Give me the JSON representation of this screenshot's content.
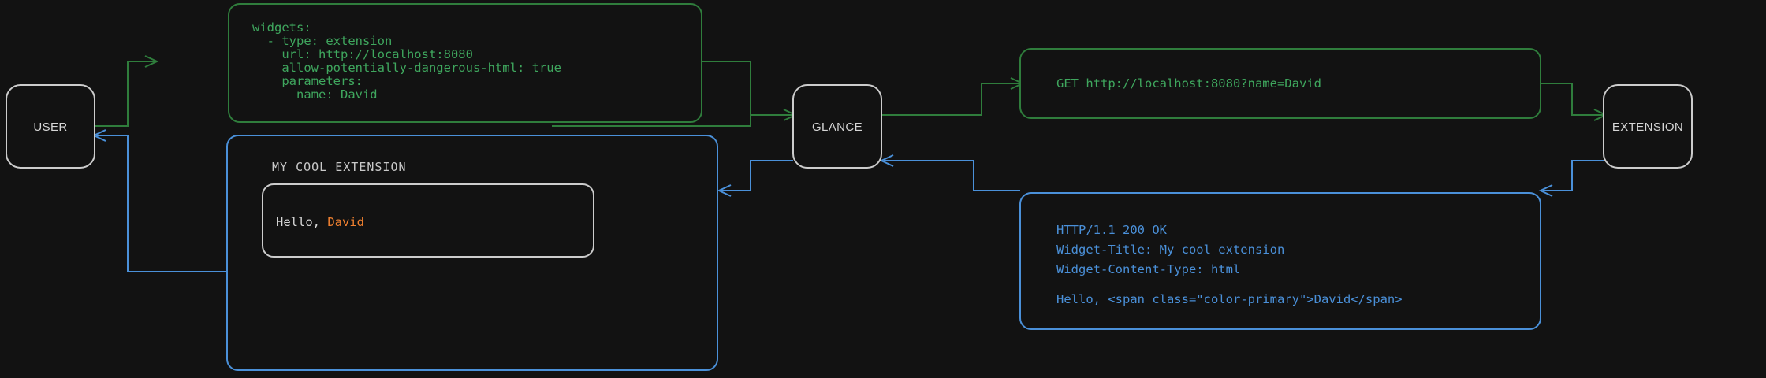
{
  "colors": {
    "background": "#121212",
    "node_border": "#cccccc",
    "node_label": "#d6d6d6",
    "green_border": "#2f7d3c",
    "green_text": "#3fa75e",
    "blue_border": "#4a90d9",
    "blue_text": "#4a90d9",
    "accent_orange": "#f08030",
    "widget_border": "#cccccc",
    "widget_text": "#d8d8d8"
  },
  "nodes": {
    "user": {
      "label": "USER"
    },
    "glance": {
      "label": "GLANCE"
    },
    "extension": {
      "label": "EXTENSION"
    }
  },
  "boxes": {
    "config": {
      "name": "yaml-config",
      "lines": [
        "widgets:",
        "  - type: extension",
        "    url: http://localhost:8080",
        "    allow-potentially-dangerous-html: true",
        "    parameters:",
        "      name: David"
      ]
    },
    "request": {
      "name": "http-request",
      "lines": [
        "GET http://localhost:8080?name=David"
      ]
    },
    "response": {
      "name": "http-response",
      "lines": [
        "HTTP/1.1 200 OK",
        "Widget-Title: My cool extension",
        "Widget-Content-Type: html",
        "",
        "Hello, <span class=\"color-primary\">David</span>"
      ]
    },
    "widget": {
      "name": "rendered-widget",
      "title": "MY COOL EXTENSION",
      "content_prefix": "Hello, ",
      "content_accent": "David"
    }
  },
  "edges": [
    {
      "name": "user-to-config",
      "color": "#2f7d3c",
      "arrow": "to-config"
    },
    {
      "name": "config-to-glance",
      "color": "#2f7d3c",
      "arrow": "to-glance"
    },
    {
      "name": "glance-to-request",
      "color": "#2f7d3c",
      "arrow": "to-request"
    },
    {
      "name": "request-to-extension",
      "color": "#2f7d3c",
      "arrow": "to-extension"
    },
    {
      "name": "extension-to-response",
      "color": "#4a90d9",
      "arrow": "to-response"
    },
    {
      "name": "response-to-glance",
      "color": "#4a90d9",
      "arrow": "to-glance-back"
    },
    {
      "name": "glance-to-widget",
      "color": "#4a90d9",
      "arrow": "to-widget"
    },
    {
      "name": "widget-to-user",
      "color": "#4a90d9",
      "arrow": "to-user"
    }
  ]
}
